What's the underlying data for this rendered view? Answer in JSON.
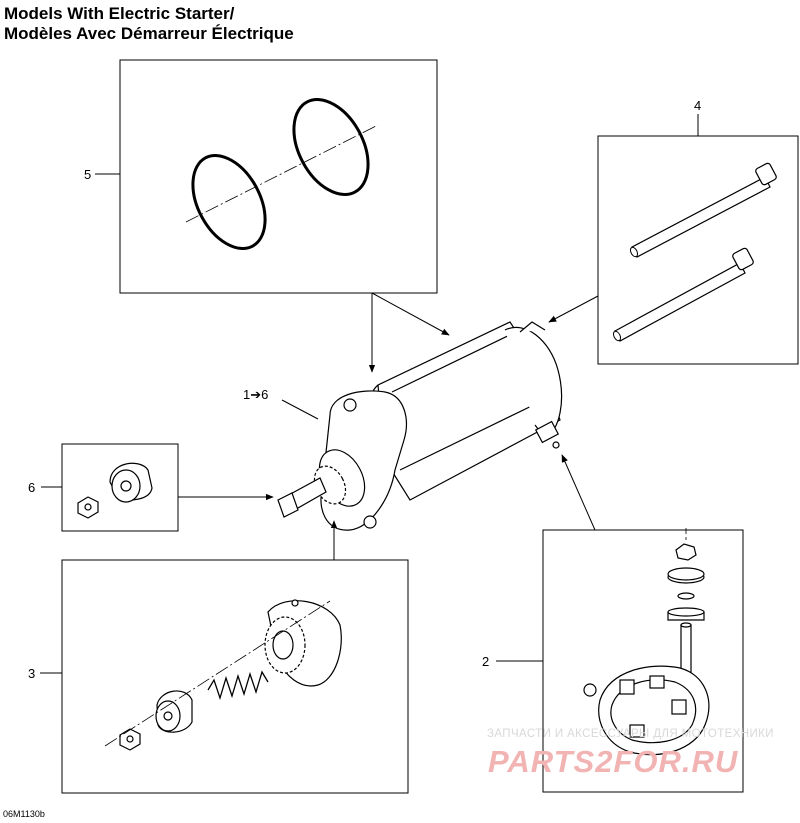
{
  "title": {
    "line1": "Models With Electric Starter/",
    "line2": "Modèles Avec Démarreur Électrique"
  },
  "callouts": {
    "assembly": "1➔6",
    "c2": "2",
    "c3": "3",
    "c4": "4",
    "c5": "5",
    "c6": "6"
  },
  "figure_code": "06M1130b",
  "watermark": {
    "line1": "ЗАПЧАСТИ И АКСЕССУАРЫ ДЛЯ МОТОТЕХНИКИ",
    "line2": "PARTS2FOR.RU"
  }
}
